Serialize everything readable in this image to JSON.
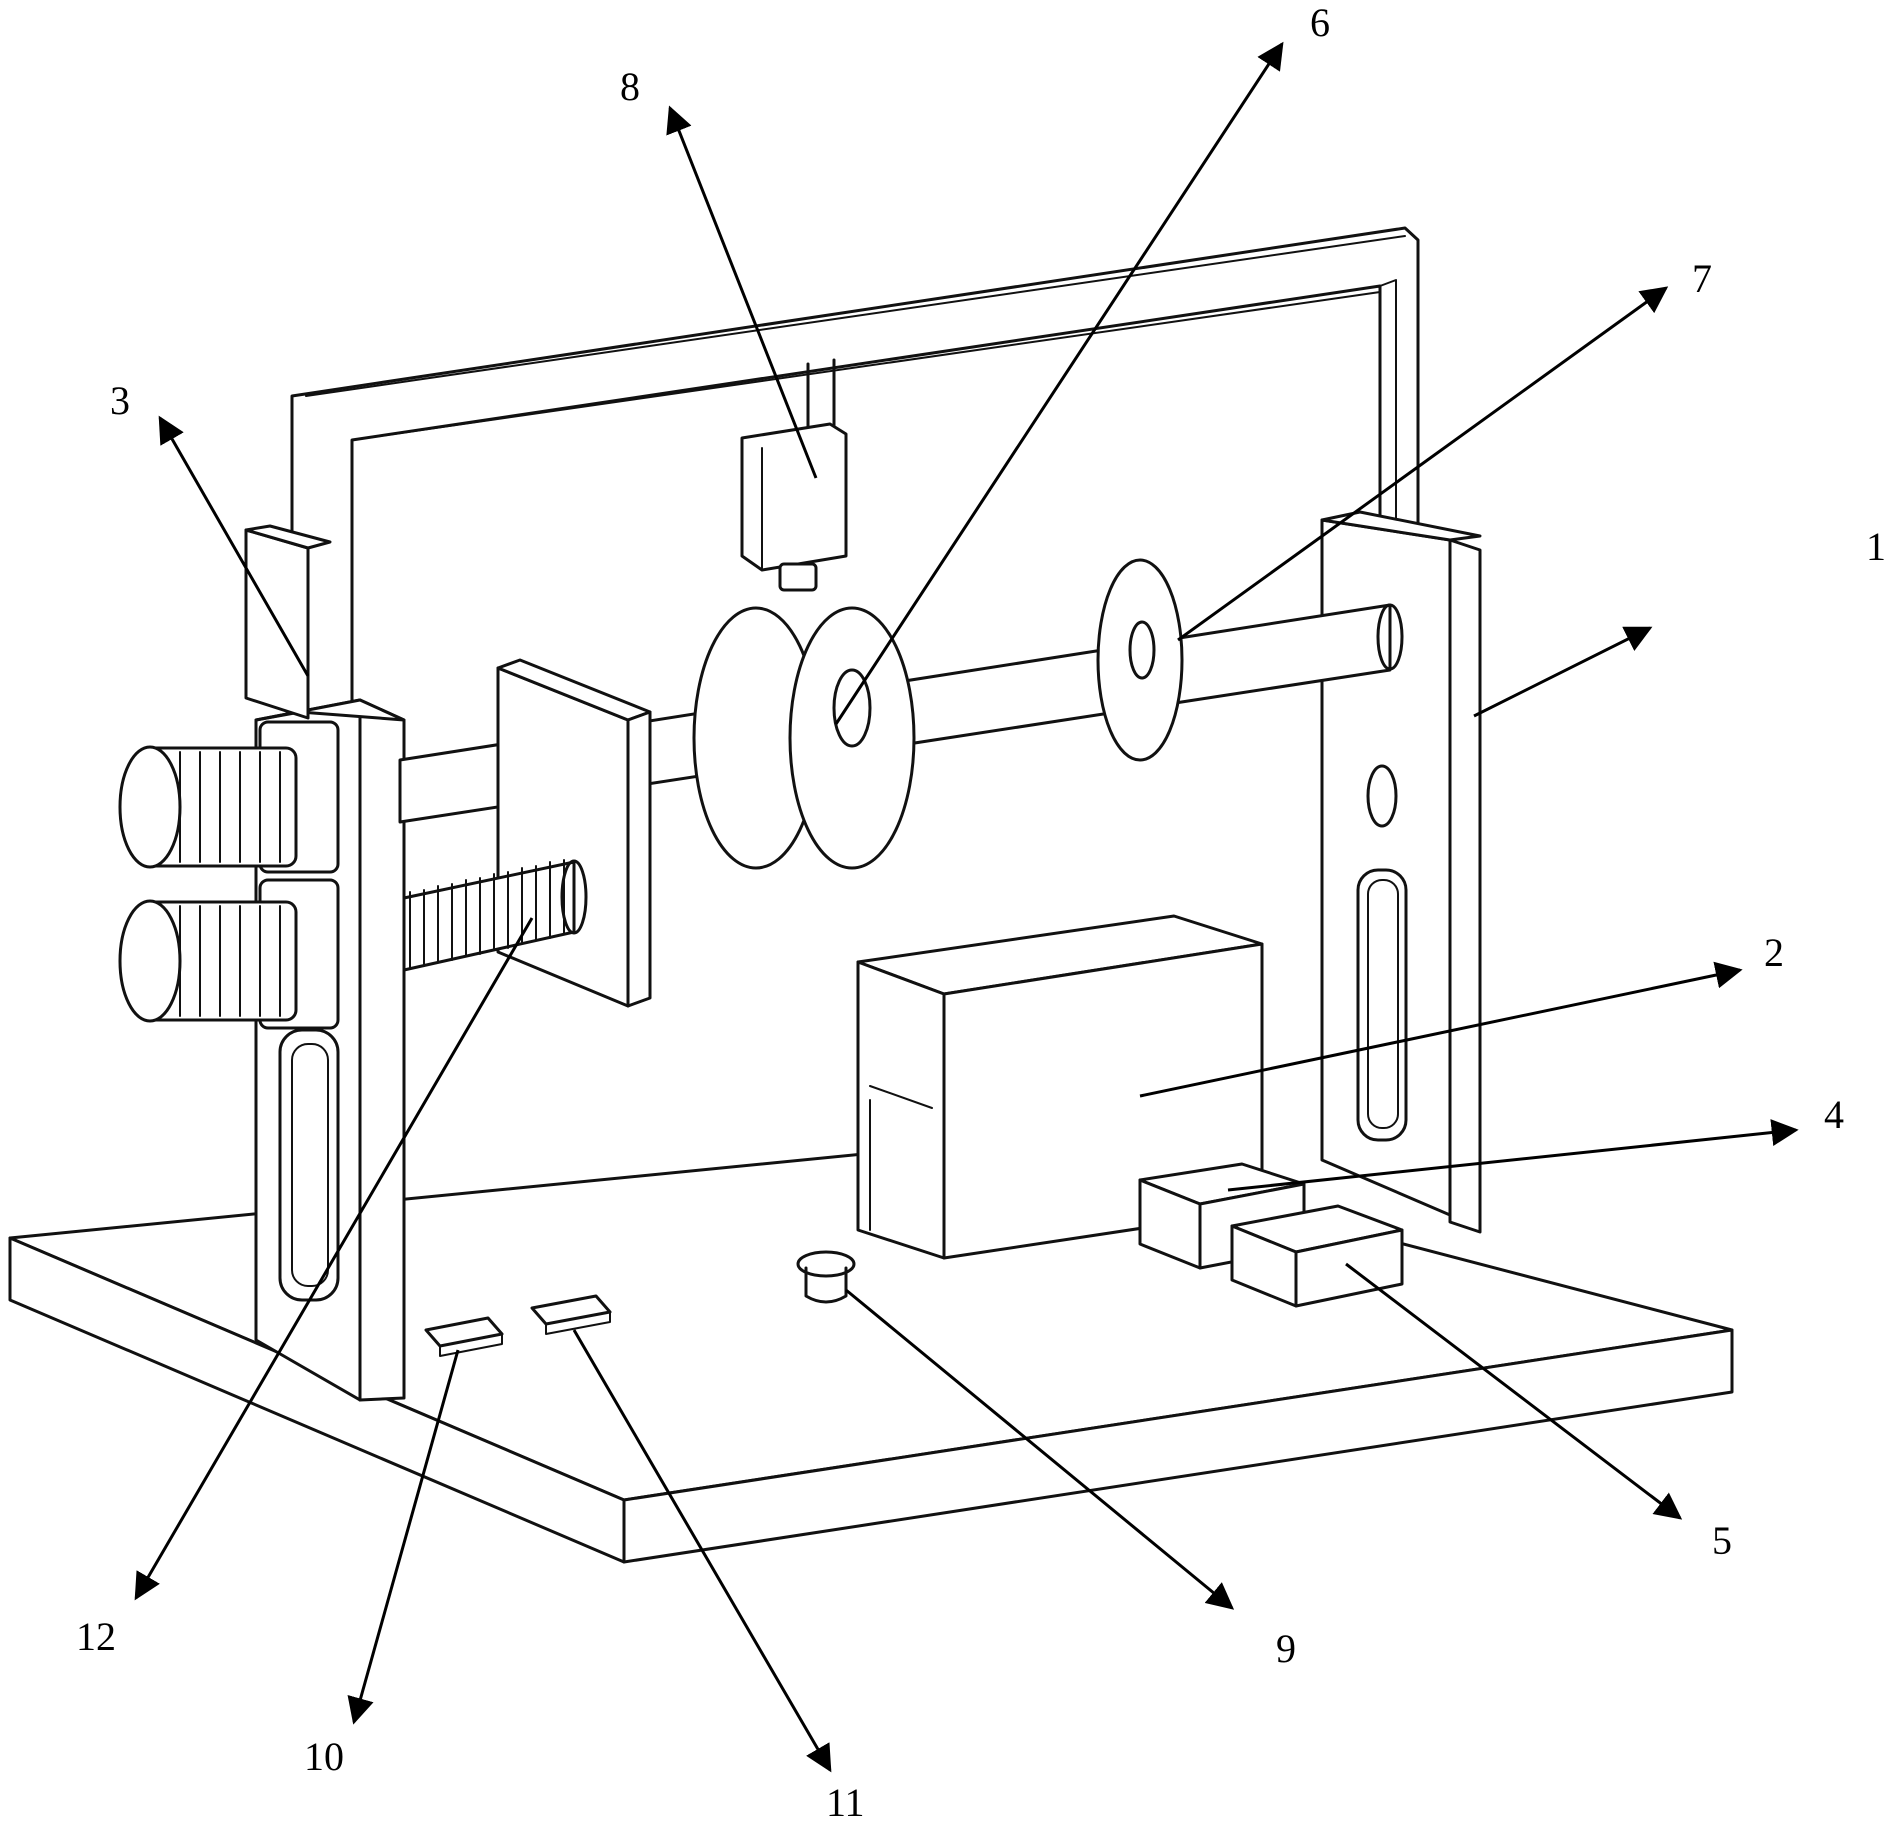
{
  "labels": [
    {
      "id": "1",
      "text": "1"
    },
    {
      "id": "2",
      "text": "2"
    },
    {
      "id": "3",
      "text": "3"
    },
    {
      "id": "4",
      "text": "4"
    },
    {
      "id": "5",
      "text": "5"
    },
    {
      "id": "6",
      "text": "6"
    },
    {
      "id": "7",
      "text": "7"
    },
    {
      "id": "8",
      "text": "8"
    },
    {
      "id": "9",
      "text": "9"
    },
    {
      "id": "10",
      "text": "10"
    },
    {
      "id": "11",
      "text": "11"
    },
    {
      "id": "12",
      "text": "12"
    }
  ],
  "colors": {
    "line": "#111111",
    "background": "#ffffff"
  }
}
